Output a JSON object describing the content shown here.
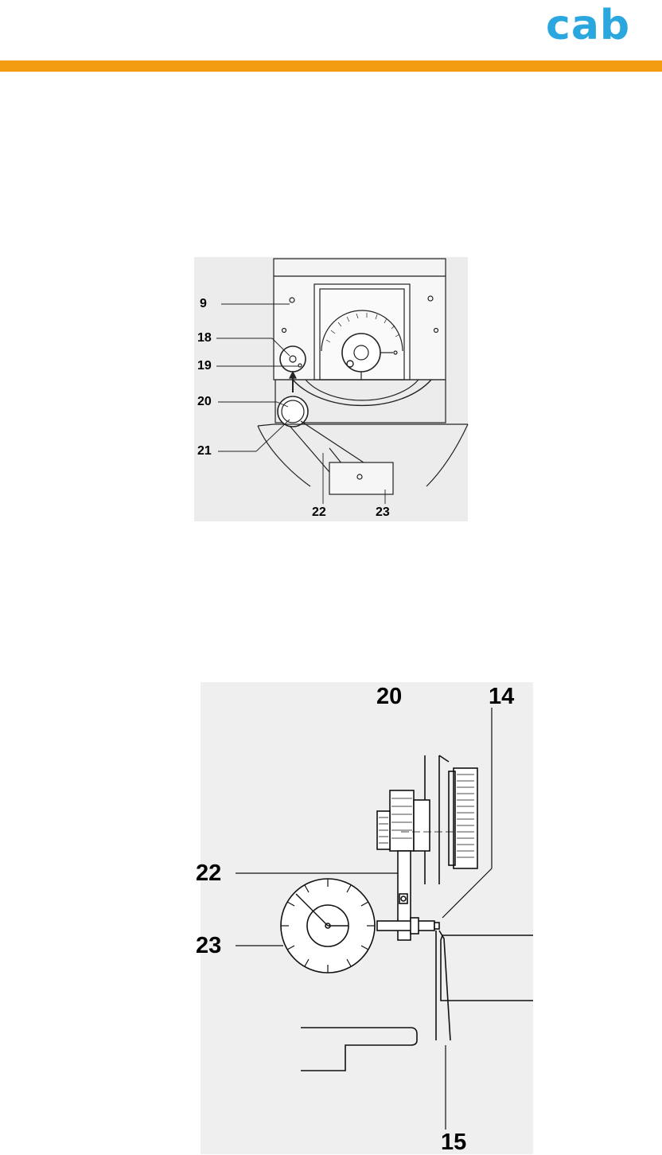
{
  "header": {
    "logo_text": "cab",
    "logo_color": "#2aa7df",
    "rule_color": "#f39c12"
  },
  "figure1": {
    "labels": [
      "9",
      "18",
      "19",
      "20",
      "21",
      "22",
      "23"
    ]
  },
  "figure2": {
    "labels": [
      "20",
      "14",
      "22",
      "23",
      "15"
    ]
  }
}
